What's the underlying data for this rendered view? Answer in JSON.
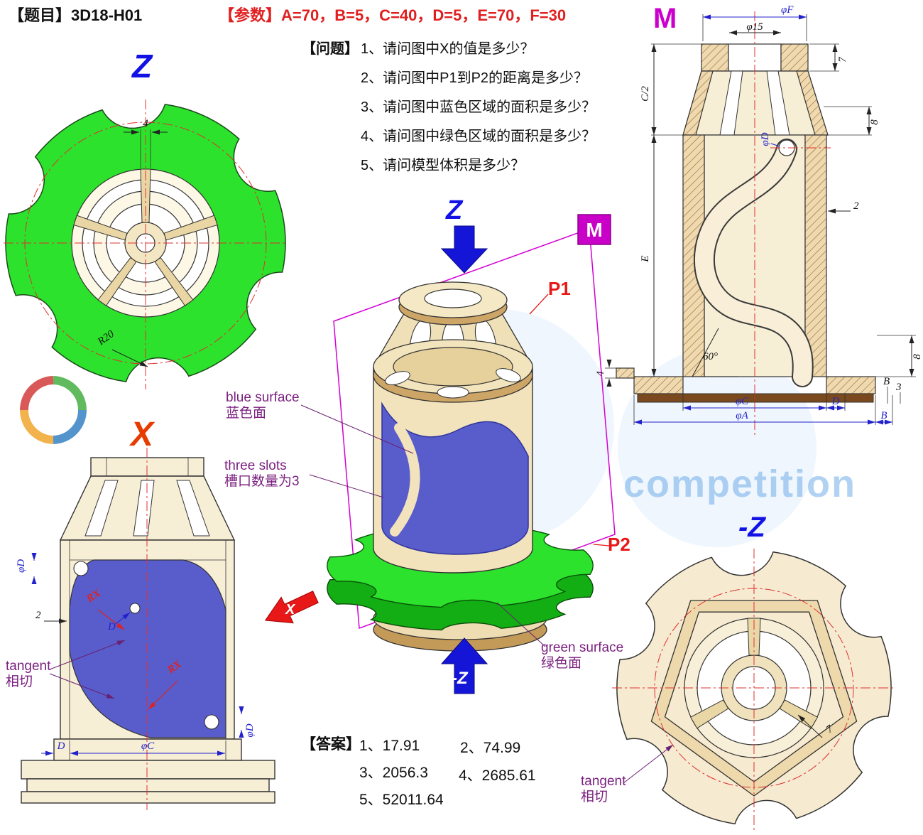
{
  "header": {
    "title": "【题目】3D18-H01",
    "params": "【参数】A=70，B=5，C=40，D=5，E=70，F=30"
  },
  "questions": {
    "prefix": "【问题】",
    "items": [
      "1、请问图中X的值是多少？",
      "2、请问图中P1到P2的距离是多少？",
      "3、请问图中蓝色区域的面积是多少？",
      "4、请问图中绿色区域的面积是多少？",
      "5、请问模型体积是多少？"
    ]
  },
  "answers": {
    "prefix": "【答案】",
    "a1": "1、17.91",
    "a2": "2、74.99",
    "a3": "3、2056.3",
    "a4": "4、2685.61",
    "a5": "5、52011.64"
  },
  "view_labels": {
    "z": "Z",
    "x": "X",
    "m": "M",
    "neg_z": "-Z",
    "m_iso": "M",
    "z_arrow": "Z",
    "neg_z_arrow": "-Z",
    "x_arrow": "X"
  },
  "callouts": {
    "p1": "P1",
    "p2": "P2",
    "blue_en": "blue surface",
    "blue_zh": "蓝色面",
    "slots_en": "three slots",
    "slots_zh": "槽口数量为3",
    "green_en": "green surface",
    "green_zh": "绿色面",
    "tangent_en": "tangent",
    "tangent_zh": "相切"
  },
  "dims": {
    "z_view": {
      "slot_width": "4",
      "r20": "R20"
    },
    "x_view": {
      "phi_d_top": "φD",
      "two": "2",
      "rx1": "RX",
      "rx2": "RX",
      "d_mid": "D",
      "phi_d_bot": "φD",
      "d_bot": "D",
      "phi_c": "φC"
    },
    "m_view": {
      "phi_f": "φF",
      "phi_15": "φ15",
      "seven": "7",
      "c_half": "C/2",
      "eight_top": "8",
      "phi_d": "φD",
      "two": "2",
      "e_dim": "E",
      "sixty": "60°",
      "four": "4",
      "eight_bot": "8",
      "b_right": "B",
      "three": "3",
      "phi_c": "φC",
      "d_dim": "D",
      "phi_a": "φA",
      "b_bot": "B"
    },
    "neg_z_view": {
      "seven": "7"
    }
  },
  "watermark": {
    "text": "competition"
  },
  "colors": {
    "green": "#2ce22c",
    "blue_surface": "#585dcb",
    "tan": "#e9cfa0",
    "cream": "#f7eed6",
    "dim_blue": "#2222cc",
    "red": "#e02020",
    "magenta": "#cc00cc",
    "purple": "#7b2080"
  }
}
